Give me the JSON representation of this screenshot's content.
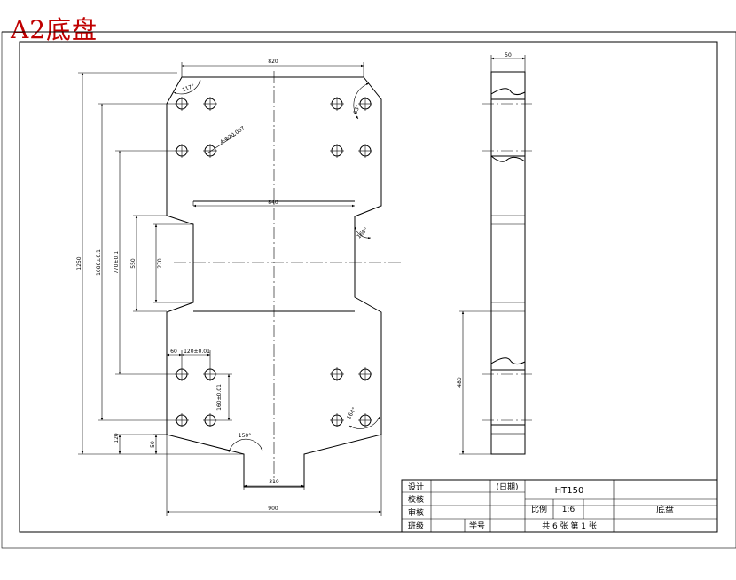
{
  "title": "A2底盘",
  "dimensions": {
    "top_width": "820",
    "mid_width": "840",
    "bottom_width": "900",
    "slot_width": "310",
    "total_height": "1250",
    "hole_span_1": "1080±0.1",
    "hole_span_2": "770±0.1",
    "neck_height": "550",
    "inner_height": "270",
    "offset_120": "120",
    "offset_50": "50",
    "hole_x1": "60",
    "hole_x2": "120±0.01",
    "hole_y_span": "160±0.01",
    "hole_spec": "4-Φ20.067",
    "angle_top_left": "117°",
    "angle_top_right": "63°",
    "angle_mid": "160°",
    "angle_bottom_left": "150°",
    "angle_bottom_right": "164°",
    "side_thickness": "50",
    "side_height": "480"
  },
  "title_block": {
    "design": "设计",
    "date": "(日期)",
    "material": "HT150",
    "check": "校核",
    "review": "审核",
    "scale_label": "比例",
    "scale_value": "1:6",
    "part_name": "底盘",
    "class": "班级",
    "student_no": "学号",
    "sheets": "共 6 张 第 1 张"
  }
}
